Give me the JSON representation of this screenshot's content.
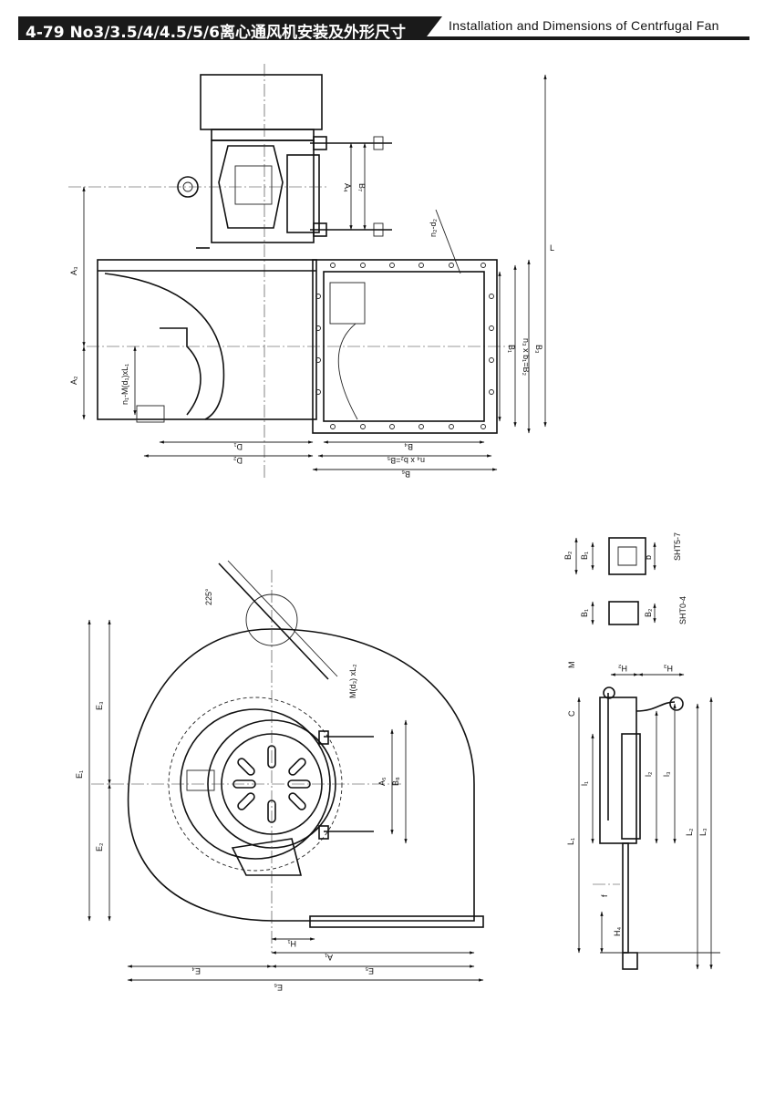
{
  "header": {
    "title_cn": "4-79 No3/3.5/4/4.5/5/6离心通风机安装及外形尺寸",
    "title_en": "Installation and Dimensions of Centrfugal Fan"
  },
  "top_view": {
    "L": "L",
    "A3": "A₃",
    "A4": "A₄",
    "B7": "B₇",
    "A2": "A₂",
    "n1": "n₁-M(d₁)xL₁",
    "n2d2": "n₂-d₂",
    "B1": "B₁",
    "n3b1": "n₃ x b₁=B₂",
    "B3": "B₃",
    "D1": "D₁",
    "D2": "D₂",
    "B4": "B₄",
    "n4b2": "n₄ x b₂=B₅",
    "B6": "B₆"
  },
  "side_view": {
    "angle": "225°",
    "Md3": "M(d₃) xL₂",
    "E1": "E₁",
    "E3": "E₃",
    "E2": "E₂",
    "A5": "A₅",
    "B8": "B₈",
    "H1": "H₁",
    "A1": "A₁",
    "E4": "E₄",
    "E5": "E₅",
    "E6": "E₆"
  },
  "detail": {
    "B2": "B₂",
    "B1": "B₁",
    "b": "b",
    "sht57": "SHT5-7",
    "sht04": "SHT0-4",
    "B1b": "B₁",
    "B2b": "B₂",
    "M": "M",
    "C": "C",
    "H2": "H₂",
    "H3": "H₃",
    "l1": "l₁",
    "l2": "l₂",
    "l3": "l₃",
    "L1": "L₁",
    "L2": "L₂",
    "L3": "L₃",
    "H4": "H₄",
    "f": "f"
  }
}
